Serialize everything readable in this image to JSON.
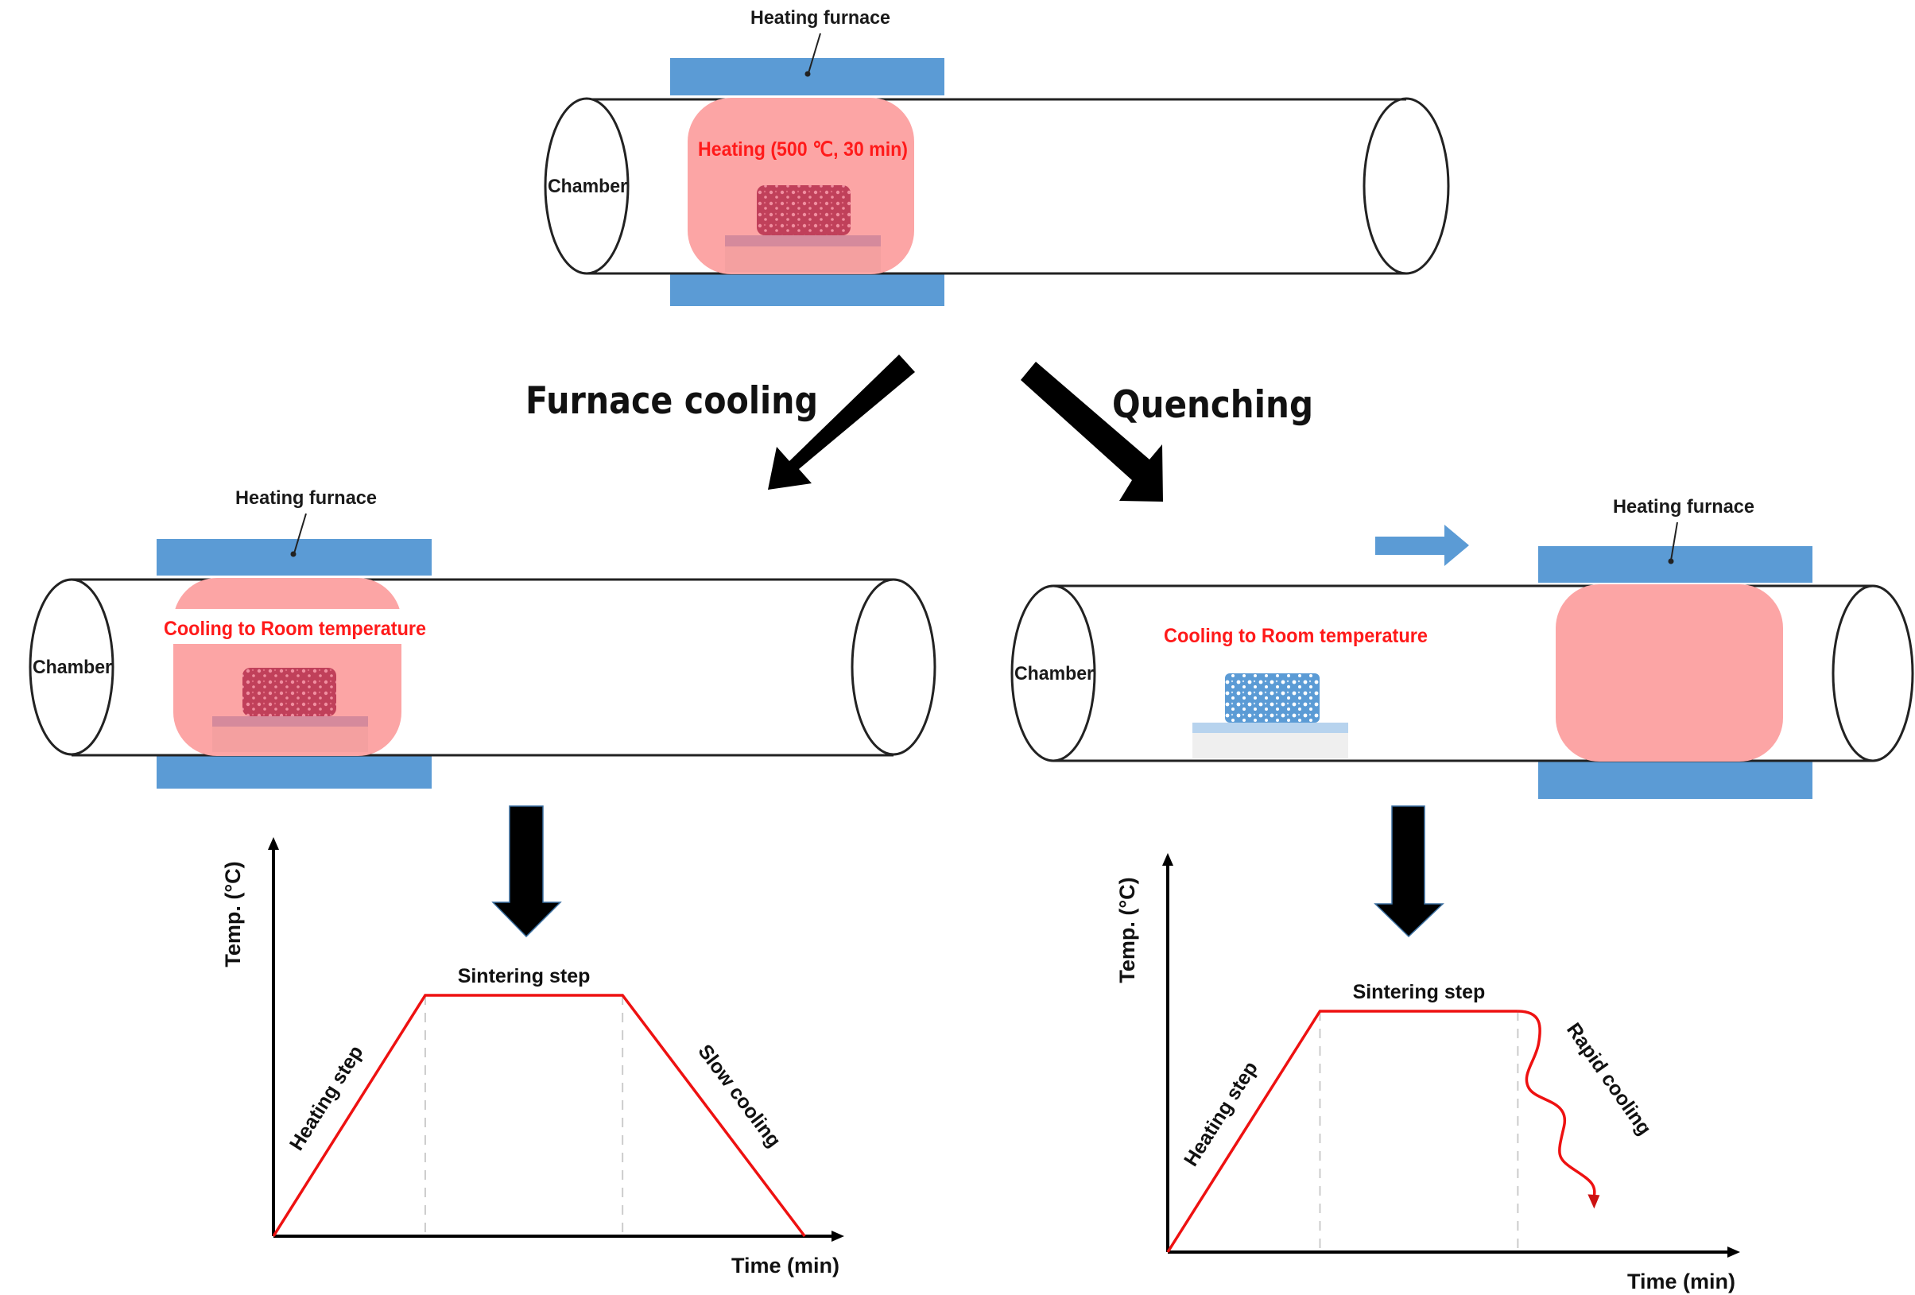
{
  "colors": {
    "furnace": "#5b9bd5",
    "heat_zone": "#fca5a5",
    "hot_sample": "#c0405a",
    "cold_sample": "#5b9bd5",
    "profile_line": "#ee1111",
    "label_red": "#ff1a1a"
  },
  "top": {
    "furnace_label": "Heating furnace",
    "chamber_label": "Chamber",
    "process_label": "Heating (500 ℃, 30 min)"
  },
  "branches": {
    "left_label": "Furnace cooling",
    "right_label": "Quenching"
  },
  "left_tube": {
    "furnace_label": "Heating furnace",
    "chamber_label": "Chamber",
    "process_label": "Cooling to Room temperature"
  },
  "right_tube": {
    "furnace_label": "Heating furnace",
    "chamber_label": "Chamber",
    "process_label": "Cooling to Room temperature",
    "move_direction": "right"
  },
  "chart_data": [
    {
      "type": "line",
      "title": "",
      "xlabel": "Time (min)",
      "ylabel": "Temp. (°C)",
      "ticks": "none",
      "x": [
        0,
        1,
        2.3,
        3.5
      ],
      "y": [
        0,
        1,
        1,
        0
      ],
      "xlim": [
        0,
        3.75
      ],
      "ylim": [
        0,
        1.65
      ],
      "phase_boundaries": [
        1,
        2.3
      ],
      "annotations": [
        {
          "text": "Heating step",
          "segment": 0
        },
        {
          "text": "Sintering step",
          "segment": 1
        },
        {
          "text": "Slow cooling",
          "segment": 2
        }
      ]
    },
    {
      "type": "line",
      "title": "",
      "xlabel": "Time (min)",
      "ylabel": "Temp. (°C)",
      "ticks": "none",
      "x": [
        0,
        1,
        2.3
      ],
      "y": [
        0,
        1,
        1
      ],
      "xlim": [
        0,
        3.75
      ],
      "ylim": [
        0,
        1.65
      ],
      "phase_boundaries": [
        1,
        2.3
      ],
      "rapid_cooling": {
        "style": "wavy-arrow",
        "end_y": 0.2
      },
      "annotations": [
        {
          "text": "Heating step",
          "segment": 0
        },
        {
          "text": "Sintering step",
          "segment": 1
        },
        {
          "text": "Rapid cooling",
          "segment": 2
        }
      ]
    }
  ]
}
